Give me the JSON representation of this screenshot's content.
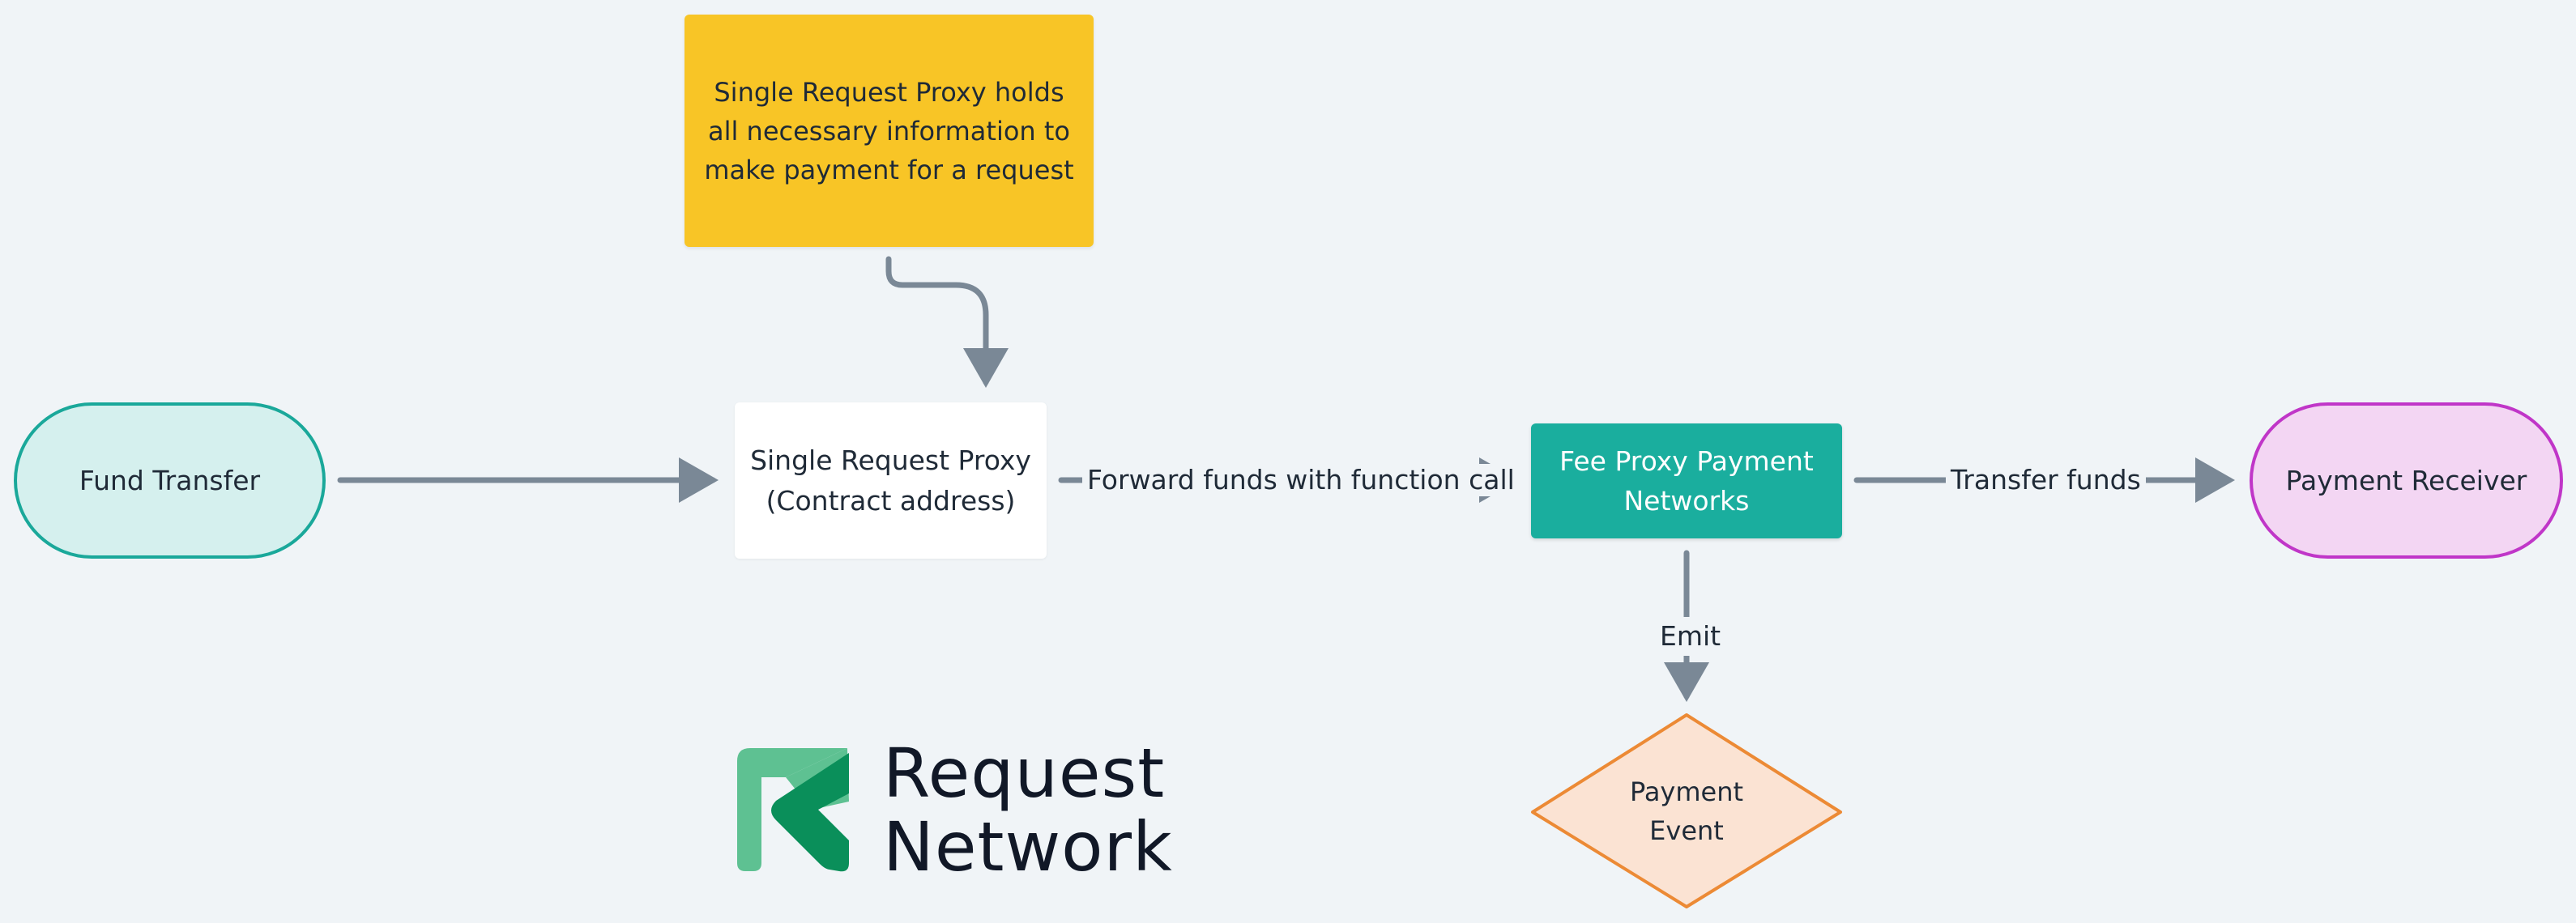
{
  "colors": {
    "background": "#f0f4f7",
    "edge": "#7a8896",
    "note_fill": "#f8c526",
    "fund_fill": "#d5f0ee",
    "fund_border": "#1aa89a",
    "fee_fill": "#1aae9e",
    "receiver_fill": "#f3d6f3",
    "receiver_border": "#c036c8",
    "event_fill": "#fbe3d3",
    "event_border": "#ec8a35",
    "logo_light": "#5ec192",
    "logo_dark": "#0a8f5a"
  },
  "nodes": {
    "note": "Single Request Proxy holds\nall necessary information to\nmake payment for a request",
    "fund_transfer": "Fund Transfer",
    "single_request_proxy": "Single Request Proxy\n(Contract address)",
    "fee_proxy": "Fee Proxy Payment\nNetworks",
    "payment_receiver": "Payment Receiver",
    "payment_event": "Payment\nEvent"
  },
  "edges": {
    "forward": "Forward funds with function call",
    "transfer": "Transfer funds",
    "emit": "Emit"
  },
  "logo": {
    "icon": "request-network-logo-icon",
    "text": "Request\nNetwork"
  }
}
